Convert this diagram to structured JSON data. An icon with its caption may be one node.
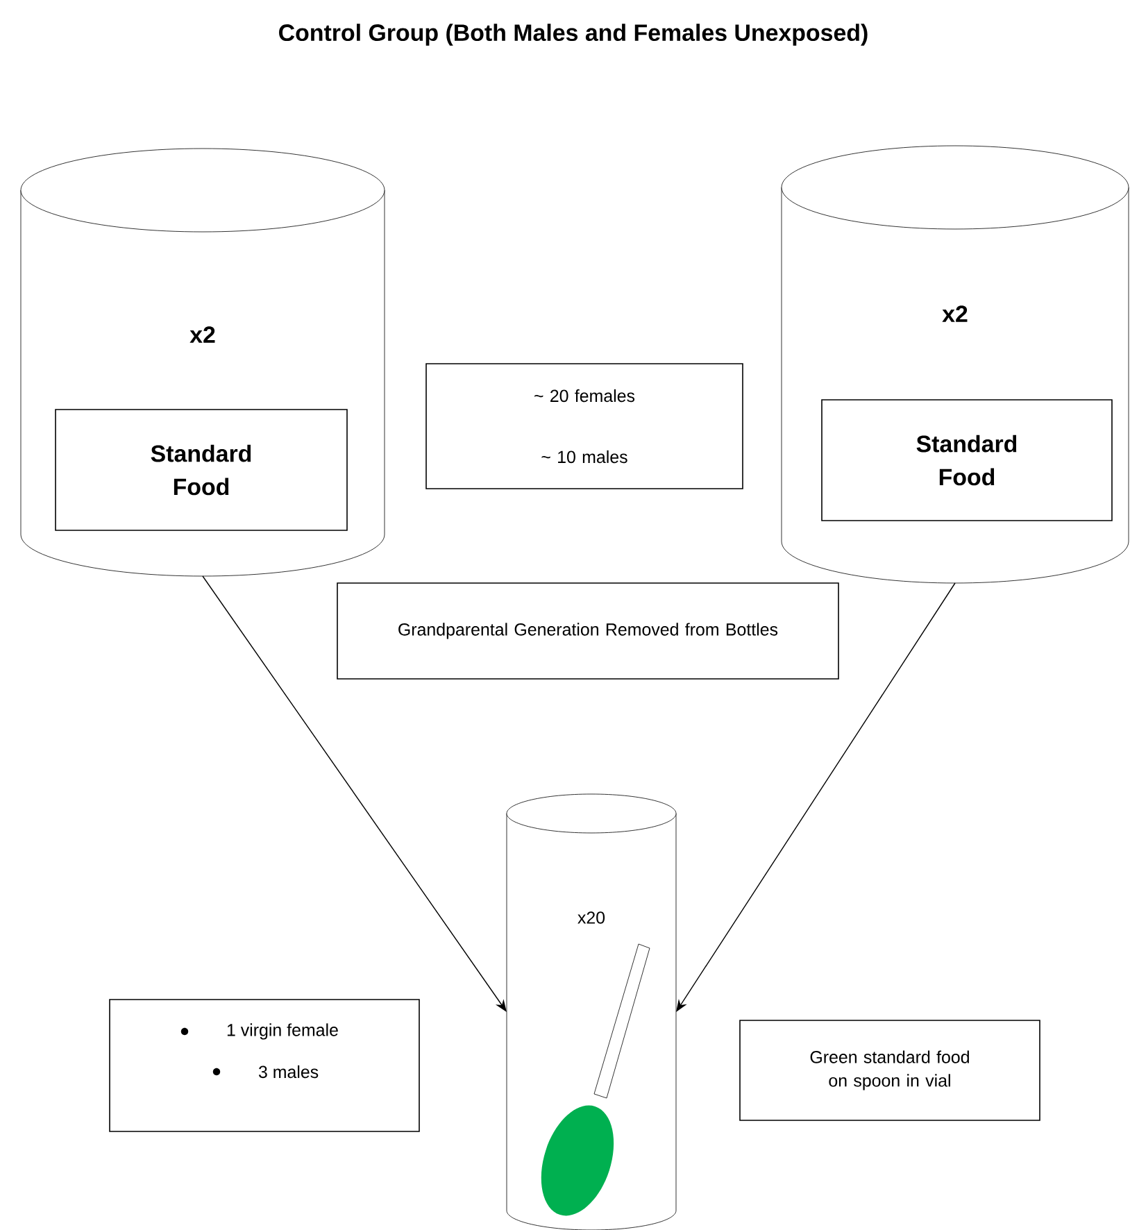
{
  "diagram": {
    "title": "Control Group (Both Males and Females Unexposed)",
    "nodes": [
      {
        "text": [
          "x2"
        ]
      },
      {
        "text": [
          "Standard Food"
        ],
        "in": 0
      },
      {
        "text": [
          "~ 20 females",
          "~ 10 males"
        ]
      },
      {
        "text": [
          "x2"
        ]
      },
      {
        "text": [
          "Standard Food"
        ],
        "in": 3
      },
      {
        "text": [
          "Grandparental Generation Removed from Bottles"
        ]
      },
      {
        "text": [
          "x20"
        ]
      },
      {
        "text": [
          "1 virgin female",
          "3 males"
        ]
      },
      {
        "text": [
          "Green standard food on spoon in vial"
        ]
      }
    ],
    "edges": [
      {
        "from": 0,
        "to": 6,
        "arrow": "to"
      },
      {
        "from": 3,
        "to": 6,
        "arrow": "to"
      }
    ]
  }
}
